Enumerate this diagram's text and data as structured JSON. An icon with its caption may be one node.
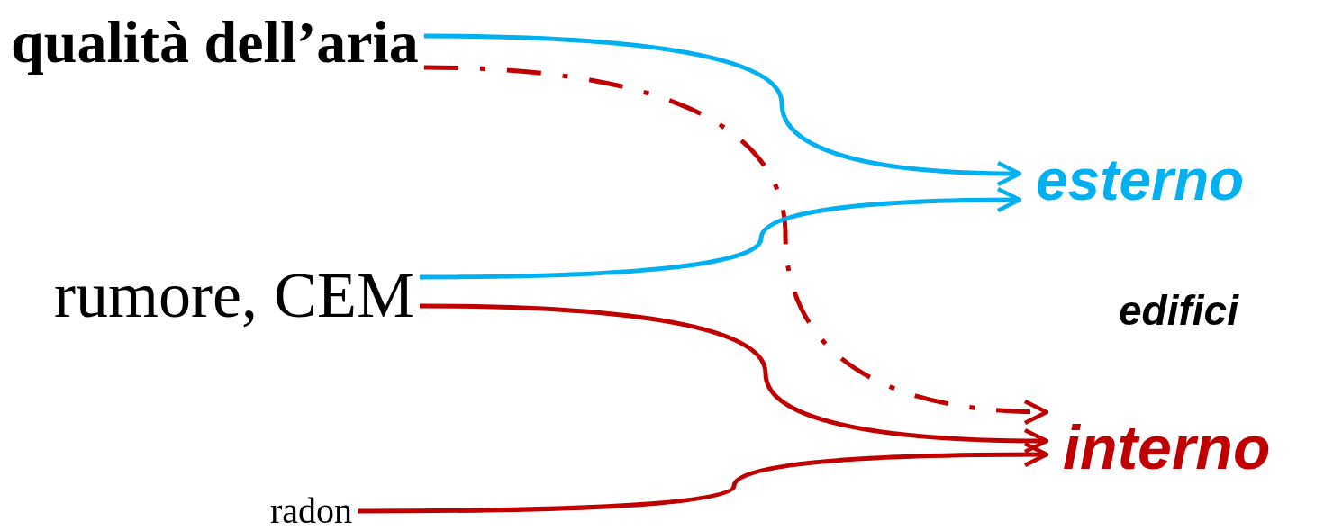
{
  "diagram": {
    "nodes": [
      {
        "text": [
          "qualità dell’aria"
        ]
      },
      {
        "text": [
          "rumore, CEM"
        ]
      },
      {
        "text": [
          "radon"
        ]
      },
      {
        "text": [
          "esterno"
        ]
      },
      {
        "text": [
          "interno"
        ]
      }
    ],
    "edges": [
      {
        "from": 0,
        "to": 3,
        "arrow": "to",
        "color": "#00b0f0"
      },
      {
        "from": 0,
        "to": 4,
        "arrow": "to",
        "style": "dashed",
        "color": "#c00000"
      },
      {
        "from": 1,
        "to": 3,
        "arrow": "to",
        "color": "#00b0f0"
      },
      {
        "from": 1,
        "to": 4,
        "arrow": "to",
        "color": "#c00000"
      },
      {
        "from": 2,
        "to": 4,
        "arrow": "to",
        "color": "#c00000"
      }
    ],
    "labels": [
      "edifici"
    ]
  }
}
